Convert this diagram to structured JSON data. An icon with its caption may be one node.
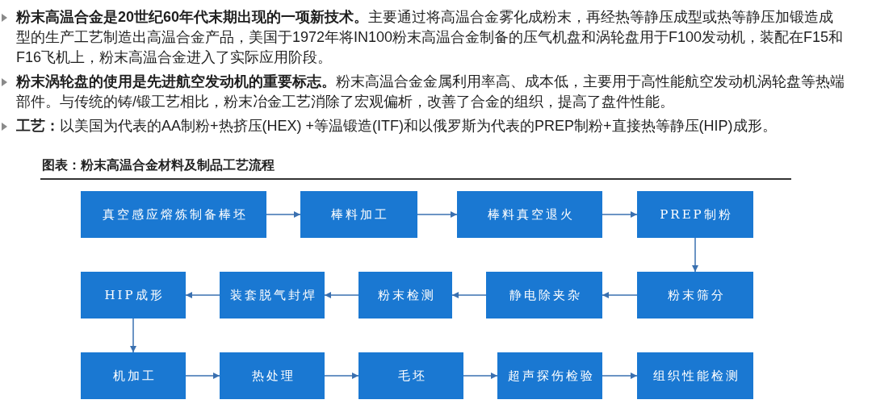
{
  "diagram": {
    "title": "图表：粉末高温合金材料及制品工艺流程",
    "nodes": [
      {
        "text": [
          "真空感应熔炼制备棒坯"
        ]
      },
      {
        "text": [
          "棒料加工"
        ]
      },
      {
        "text": [
          "棒料真空退火"
        ]
      },
      {
        "text": [
          "PREP制粉"
        ]
      },
      {
        "text": [
          "HIP成形"
        ]
      },
      {
        "text": [
          "装套脱气封焊"
        ]
      },
      {
        "text": [
          "粉末检测"
        ]
      },
      {
        "text": [
          "静电除夹杂"
        ]
      },
      {
        "text": [
          "粉末筛分"
        ]
      },
      {
        "text": [
          "机加工"
        ]
      },
      {
        "text": [
          "热处理"
        ]
      },
      {
        "text": [
          "毛坯"
        ]
      },
      {
        "text": [
          "超声探伤检验"
        ]
      },
      {
        "text": [
          "组织性能检测"
        ]
      }
    ],
    "edges": [
      {
        "from": 0,
        "to": 1,
        "arrow": "to"
      },
      {
        "from": 1,
        "to": 2,
        "arrow": "to"
      },
      {
        "from": 2,
        "to": 3,
        "arrow": "to"
      },
      {
        "from": 3,
        "to": 8,
        "arrow": "to"
      },
      {
        "from": 8,
        "to": 7,
        "arrow": "to"
      },
      {
        "from": 7,
        "to": 6,
        "arrow": "to"
      },
      {
        "from": 6,
        "to": 5,
        "arrow": "to"
      },
      {
        "from": 5,
        "to": 4,
        "arrow": "to"
      },
      {
        "from": 4,
        "to": 9,
        "arrow": "to"
      },
      {
        "from": 9,
        "to": 10,
        "arrow": "to"
      },
      {
        "from": 10,
        "to": 11,
        "arrow": "to"
      },
      {
        "from": 11,
        "to": 12,
        "arrow": "to"
      },
      {
        "from": 12,
        "to": 13,
        "arrow": "to"
      }
    ],
    "labels": [
      "**粉末高温合金是20世纪60年代末期出现的一项新技术。**主要通过将高温合金雾化成粉末，再经热等静压成型或热等静压加锻造成型的生产工艺制造出高温合金产品，美国于1972年将IN100粉末高温合金制备的压气机盘和涡轮盘用于F100发动机，装配在F15和F16飞机上，粉末高温合金进入了实际应用阶段。",
      "**粉末涡轮盘的使用是先进航空发动机的重要标志。**粉末高温合金金属利用率高、成本低，主要用于高性能航空发动机涡轮盘等热端部件。与传统的铸/锻工艺相比，粉末冶金工艺消除了宏观偏析，改善了合金的组织，提高了盘件性能。",
      "**工艺：**以美国为代表的AA制粉+热挤压(HEX) +等温锻造(ITF)和以俄罗斯为代表的PREP制粉+直接热等静压(HIP)成形。"
    ]
  }
}
